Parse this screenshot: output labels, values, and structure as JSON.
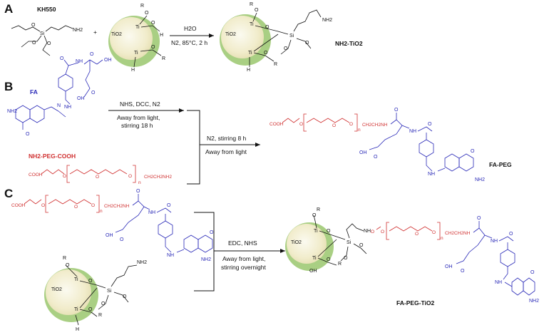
{
  "panels": {
    "a": "A",
    "b": "B",
    "c": "C"
  },
  "labels": {
    "kh550": "KH550",
    "nh2_tio2": "NH2-TiO2",
    "fa": "FA",
    "nh2_peg_cooh": "NH2-PEG-COOH",
    "fa_peg": "FA-PEG",
    "fa_peg_tio2": "FA-PEG-TiO2",
    "tio2": "TiO2",
    "plus": "+"
  },
  "conditions": {
    "a_line1": "H2O",
    "a_line2": "N2, 85°C, 2 h",
    "b1_line1": "NHS, DCC, N2",
    "b1_line2": "Away from light,",
    "b1_line3": "stirring 18 h",
    "b2_line1": "N2, stirring 8 h",
    "b2_line2": "Away from light",
    "c_line1": "EDC, NHS",
    "c_line2": "Away from light,",
    "c_line3": "stirring overnight"
  },
  "atoms": {
    "si": "Si",
    "o": "O",
    "r": "R",
    "h": "H",
    "ti": "Ti",
    "oh": "OH",
    "nh2": "NH2",
    "nh": "NH",
    "n": "N",
    "cooh": "COOH",
    "oh_acid": "OH",
    "n_index": "n",
    "peg_chain": "CH2CH2NH",
    "peg_end": "CH2CH2NH2"
  },
  "colors": {
    "blue": "#2a2ab8",
    "red": "#d03030",
    "sphere_outer": "#a9cf83",
    "sphere_inner": "#f4f1d6"
  }
}
